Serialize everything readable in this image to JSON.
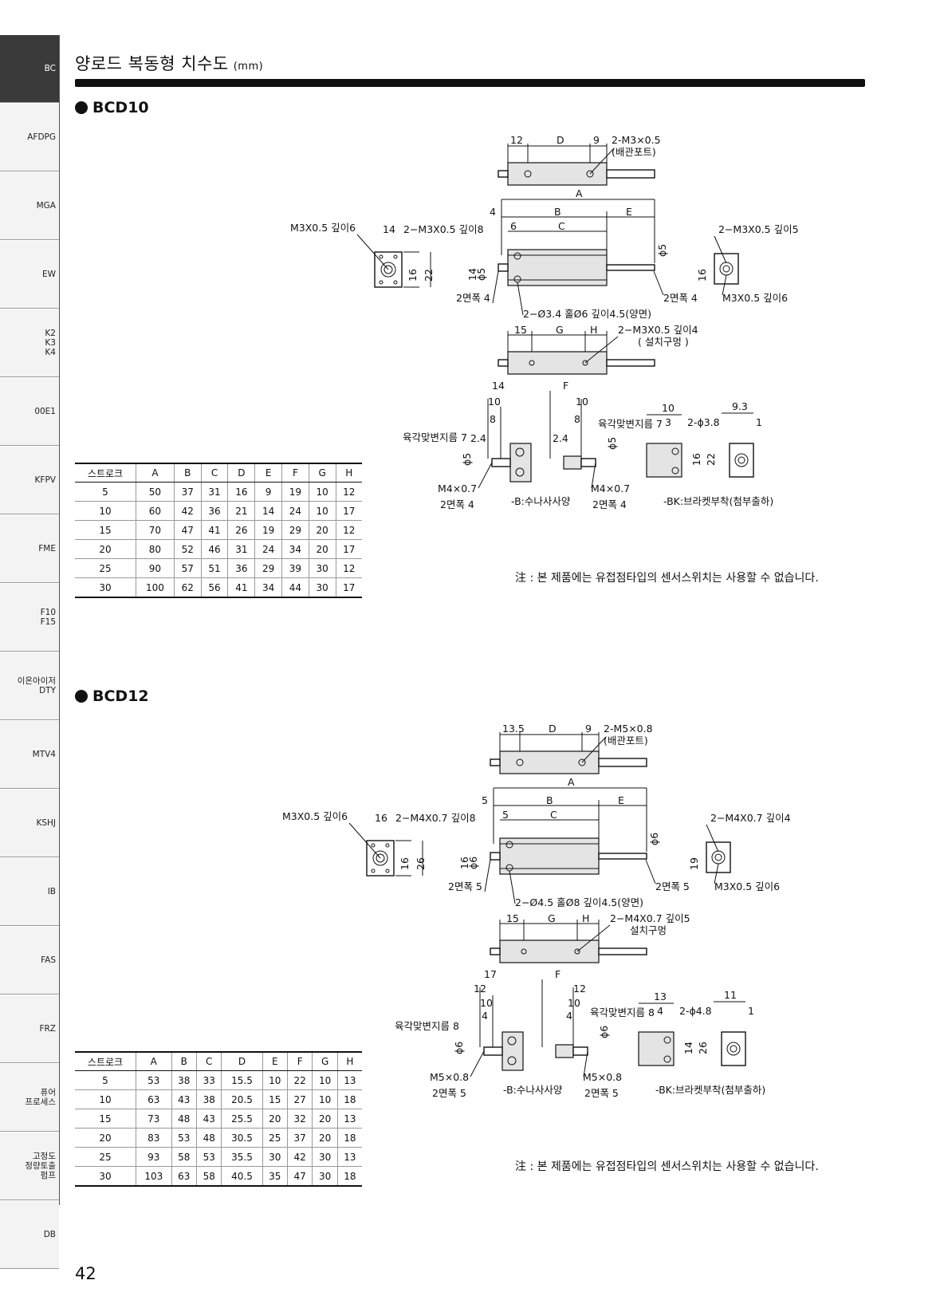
{
  "sidebar": {
    "tabs": [
      {
        "label": "BC",
        "active": true
      },
      {
        "label": "AFDPG"
      },
      {
        "label": "MGA"
      },
      {
        "label": "EW"
      },
      {
        "label": "K2\nK3\nK4"
      },
      {
        "label": "00E1"
      },
      {
        "label": "KFPV"
      },
      {
        "label": "FME"
      },
      {
        "label": "F10\nF15"
      },
      {
        "label": "이온아이저\nDTY"
      },
      {
        "label": "MTV4"
      },
      {
        "label": "KSHJ"
      },
      {
        "label": "IB"
      },
      {
        "label": "FAS"
      },
      {
        "label": "FRZ"
      },
      {
        "label": "퓨어\n프로세스"
      },
      {
        "label": "고정도\n정량토출\n펌프"
      },
      {
        "label": "DB"
      }
    ]
  },
  "page": {
    "title": "양로드 복동형 치수도",
    "unit": "(mm)",
    "number": "42"
  },
  "sections": [
    {
      "name": "BCD10",
      "table": {
        "headers": [
          "스트로크",
          "A",
          "B",
          "C",
          "D",
          "E",
          "F",
          "G",
          "H"
        ],
        "rows": [
          [
            "5",
            "50",
            "37",
            "31",
            "16",
            "9",
            "19",
            "10",
            "12"
          ],
          [
            "10",
            "60",
            "42",
            "36",
            "21",
            "14",
            "24",
            "10",
            "17"
          ],
          [
            "15",
            "70",
            "47",
            "41",
            "26",
            "19",
            "29",
            "20",
            "12"
          ],
          [
            "20",
            "80",
            "52",
            "46",
            "31",
            "24",
            "34",
            "20",
            "17"
          ],
          [
            "25",
            "90",
            "57",
            "51",
            "36",
            "29",
            "39",
            "30",
            "12"
          ],
          [
            "30",
            "100",
            "62",
            "56",
            "41",
            "34",
            "44",
            "30",
            "17"
          ]
        ]
      },
      "note": "注 : 본 제품에는 유접점타입의 센서스위치는 사용할 수 없습니다.",
      "labels": {
        "top_12": "12",
        "top_D": "D",
        "top_9": "9",
        "port": "2-M3×0.5",
        "port_sub": "(배관포트)",
        "A": "A",
        "dim4": "4",
        "B": "B",
        "E": "E",
        "dim6": "6",
        "C": "C",
        "left_thread": "M3X0.5 깊이6",
        "dim14": "14",
        "rod_thread": "2−M3X0.5 깊이8",
        "right_thread": "2−M3X0.5 깊이5",
        "v16": "16",
        "v22": "22",
        "v14": "14",
        "phi5": "ϕ5",
        "flat_left": "2면폭 4",
        "flat_right": "2면폭 4",
        "right_m3": "M3X0.5 깊이6",
        "hole": "2−Ø3.4 홀Ø6 깊이4.5(양면)",
        "g15": "15",
        "G": "G",
        "H": "H",
        "mount": "2−M3X0.5 깊이4",
        "mount_sub": "( 설치구멍 )",
        "b14": "14",
        "F": "F",
        "b10a": "10",
        "b10b": "10",
        "b8a": "8",
        "b8b": "8",
        "hex7a": "육각맞변지름 7",
        "hex7b": "육각맞변지름 7",
        "b24a": "2.4",
        "b24b": "2.4",
        "m4a": "M4×0.7",
        "m4b": "M4×0.7",
        "flat4a": "2면폭 4",
        "flat4b": "2면폭 4",
        "opt_b": "-B:수나사사양",
        "opt_bk": "-BK:브라켓부착(첨부출하)",
        "k10": "10",
        "k93": "9.3",
        "k3": "3",
        "k38": "2-ϕ3.8",
        "k1": "1",
        "k16": "16",
        "k22": "22"
      }
    },
    {
      "name": "BCD12",
      "table": {
        "headers": [
          "스트로크",
          "A",
          "B",
          "C",
          "D",
          "E",
          "F",
          "G",
          "H"
        ],
        "rows": [
          [
            "5",
            "53",
            "38",
            "33",
            "15.5",
            "10",
            "22",
            "10",
            "13"
          ],
          [
            "10",
            "63",
            "43",
            "38",
            "20.5",
            "15",
            "27",
            "10",
            "18"
          ],
          [
            "15",
            "73",
            "48",
            "43",
            "25.5",
            "20",
            "32",
            "20",
            "13"
          ],
          [
            "20",
            "83",
            "53",
            "48",
            "30.5",
            "25",
            "37",
            "20",
            "18"
          ],
          [
            "25",
            "93",
            "58",
            "53",
            "35.5",
            "30",
            "42",
            "30",
            "13"
          ],
          [
            "30",
            "103",
            "63",
            "58",
            "40.5",
            "35",
            "47",
            "30",
            "18"
          ]
        ]
      },
      "note": "注 : 본 제품에는 유접점타입의 센서스위치는 사용할 수 없습니다.",
      "labels": {
        "top_12": "13.5",
        "top_D": "D",
        "top_9": "9",
        "port": "2-M5×0.8",
        "port_sub": "(배관포트)",
        "A": "A",
        "dim4": "5",
        "B": "B",
        "E": "E",
        "dim6": "5",
        "C": "C",
        "left_thread": "M3X0.5 깊이6",
        "dim14": "16",
        "rod_thread": "2−M4X0.7 깊이8",
        "right_thread": "2−M4X0.7 깊이4",
        "v16": "16",
        "v22": "26",
        "v14": "16",
        "phi5": "ϕ6",
        "v19": "19",
        "flat_left": "2면폭 5",
        "flat_right": "2면폭 5",
        "right_m3": "M3X0.5 깊이6",
        "hole": "2−Ø4.5 홀Ø8 깊이4.5(양면)",
        "g15": "15",
        "G": "G",
        "H": "H",
        "mount": "2−M4X0.7 깊이5",
        "mount_sub": "설치구멍",
        "b14": "17",
        "F": "F",
        "b12a": "12",
        "b12b": "12",
        "b10a": "10",
        "b10b": "10",
        "b8a": "4",
        "b8b": "4",
        "hex7a": "육각맞변지름 8",
        "hex7b": "육각맞변지름 8",
        "m4a": "M5×0.8",
        "m4b": "M5×0.8",
        "flat4a": "2면폭 5",
        "flat4b": "2면폭 5",
        "opt_b": "-B:수나사사양",
        "opt_bk": "-BK:브라켓부착(첨부출하)",
        "k10": "13",
        "k93": "11",
        "k3": "4",
        "k38": "2-ϕ4.8",
        "k1": "1",
        "k16": "14",
        "k22": "26"
      }
    }
  ]
}
